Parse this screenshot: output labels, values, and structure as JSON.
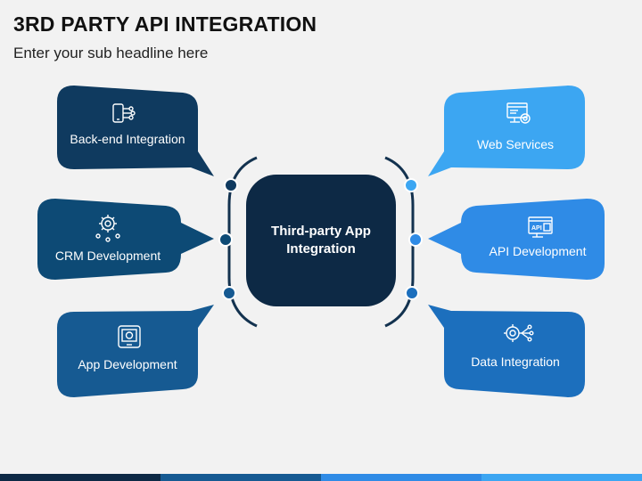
{
  "title": "3RD PARTY API INTEGRATION",
  "subtitle": "Enter your sub headline here",
  "center": {
    "line1": "Third-party App",
    "line2": "Integration"
  },
  "items": [
    {
      "label": "Back-end Integration",
      "icon": "backend-icon",
      "color": "#0f3a5f"
    },
    {
      "label": "CRM Development",
      "icon": "gear-network-icon",
      "color": "#0d4a75"
    },
    {
      "label": "App Development",
      "icon": "mobile-app-icon",
      "color": "#165a92"
    },
    {
      "label": "Web Services",
      "icon": "web-services-icon",
      "color": "#3ca6f2"
    },
    {
      "label": "API Development",
      "icon": "api-icon",
      "color": "#2f8be6"
    },
    {
      "label": "Data Integration",
      "icon": "data-integration-icon",
      "color": "#1c6fbd"
    }
  ],
  "colors": {
    "center": "#0d2945",
    "ring": "#13324f",
    "dark_dot": "#0f3a5f",
    "light_dot": "#3ca6f2"
  }
}
